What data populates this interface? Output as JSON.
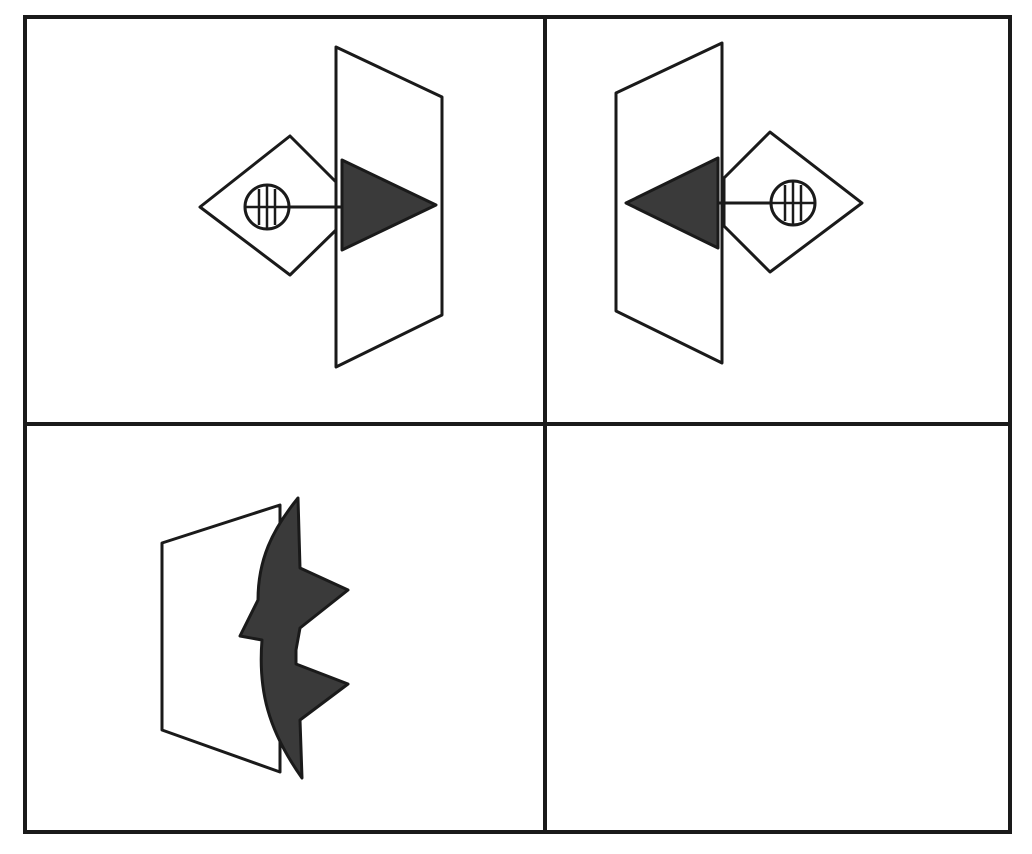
{
  "puzzle": {
    "layout": "2x2 grid",
    "panels": [
      {
        "position": "top-left",
        "figure": "trapezoid-with-diamond-left",
        "icons": [
          "trapezoid-shape",
          "diamond-shape",
          "striped-circle",
          "dark-triangle-pointing-right"
        ]
      },
      {
        "position": "top-right",
        "figure": "trapezoid-with-diamond-right",
        "icons": [
          "trapezoid-shape",
          "diamond-shape",
          "striped-circle",
          "dark-triangle-pointing-left"
        ]
      },
      {
        "position": "bottom-left",
        "figure": "trapezoid-with-dark-double-arrowhead",
        "icons": [
          "trapezoid-shape",
          "dark-double-arrowhead"
        ]
      },
      {
        "position": "bottom-right",
        "figure": "empty",
        "icons": []
      }
    ],
    "colors": {
      "stroke": "#1a1a1a",
      "fill_dark": "#3a3a3a",
      "fill_light": "#ffffff",
      "background": "#ffffff"
    }
  }
}
